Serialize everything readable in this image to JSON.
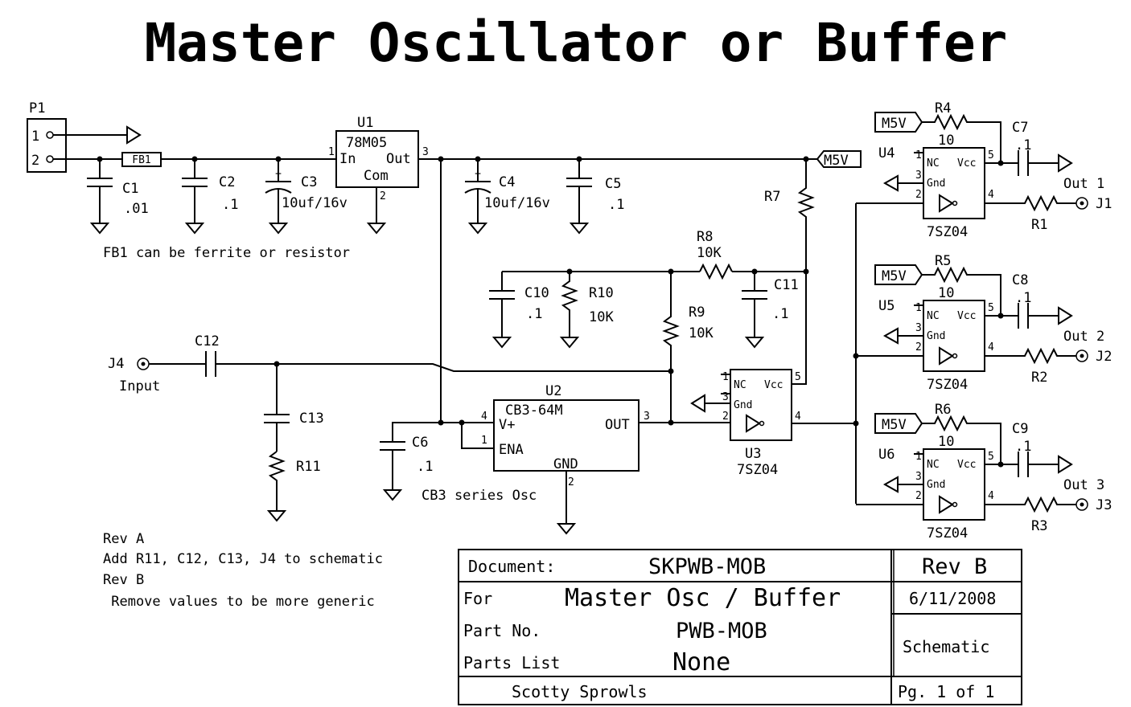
{
  "title": "Master Oscillator or Buffer",
  "connectors": {
    "P1": {
      "ref": "P1",
      "pin1": "1",
      "pin2": "2"
    },
    "J1": "J1",
    "J2": "J2",
    "J3": "J3",
    "J4": "J4",
    "J4_label": "Input"
  },
  "components": {
    "FB1": "FB1",
    "C1": {
      "ref": "C1",
      "value": ".01"
    },
    "C2": {
      "ref": "C2",
      "value": ".1"
    },
    "C3": {
      "ref": "C3",
      "value": "10uf/16v"
    },
    "C4": {
      "ref": "C4",
      "value": "10uf/16v"
    },
    "C5": {
      "ref": "C5",
      "value": ".1"
    },
    "C6": {
      "ref": "C6",
      "value": ".1"
    },
    "C7": {
      "ref": "C7",
      "value": ".1"
    },
    "C8": {
      "ref": "C8",
      "value": ".1"
    },
    "C9": {
      "ref": "C9",
      "value": ".1"
    },
    "C10": {
      "ref": "C10",
      "value": ".1"
    },
    "C11": {
      "ref": "C11",
      "value": ".1"
    },
    "C12": {
      "ref": "C12"
    },
    "C13": {
      "ref": "C13"
    },
    "R1": "R1",
    "R2": "R2",
    "R3": "R3",
    "R4": {
      "ref": "R4",
      "value": "10"
    },
    "R5": {
      "ref": "R5",
      "value": "10"
    },
    "R6": {
      "ref": "R6",
      "value": "10"
    },
    "R7": "R7",
    "R8": {
      "ref": "R8",
      "value": "10K"
    },
    "R9": {
      "ref": "R9",
      "value": "10K"
    },
    "R10": {
      "ref": "R10",
      "value": "10K"
    },
    "R11": "R11"
  },
  "regulator": {
    "ref": "U1",
    "part": "78M05",
    "in": "In",
    "out": "Out",
    "com": "Com",
    "pin1": "1",
    "pin2": "2",
    "pin3": "3"
  },
  "oscillator": {
    "ref": "U2",
    "part": "CB3-64M",
    "vplus": "V+",
    "ena": "ENA",
    "out": "OUT",
    "gnd": "GND",
    "pin1": "1",
    "pin2": "2",
    "pin3": "3",
    "pin4": "4",
    "note": "CB3 series Osc"
  },
  "gates": {
    "U3": {
      "ref": "U3",
      "part": "7SZ04"
    },
    "U4": {
      "ref": "U4",
      "part": "7SZ04"
    },
    "U5": {
      "ref": "U5",
      "part": "7SZ04"
    },
    "U6": {
      "ref": "U6",
      "part": "7SZ04"
    },
    "pins": {
      "nc": "NC",
      "vcc": "Vcc",
      "gnd": "Gnd",
      "p1": "1",
      "p2": "2",
      "p3": "3",
      "p4": "4",
      "p5": "5"
    }
  },
  "net_label": "M5V",
  "outputs": [
    "Out 1",
    "Out 2",
    "Out 3"
  ],
  "notes": {
    "fb1": "FB1 can be ferrite or resistor",
    "revisions": [
      "Rev A",
      "Add R11, C12, C13, J4 to schematic",
      "Rev B",
      " Remove values to be more generic"
    ]
  },
  "title_block": {
    "document_label": "Document:",
    "document": "SKPWB-MOB",
    "rev": "Rev B",
    "for_label": "For",
    "for": "Master Osc / Buffer",
    "date": "6/11/2008",
    "partno_label": "Part No.",
    "partno": "PWB-MOB",
    "type": "Schematic",
    "partslist_label": "Parts List",
    "partslist": "None",
    "author": "Scotty Sprowls",
    "page": "Pg. 1 of 1"
  }
}
